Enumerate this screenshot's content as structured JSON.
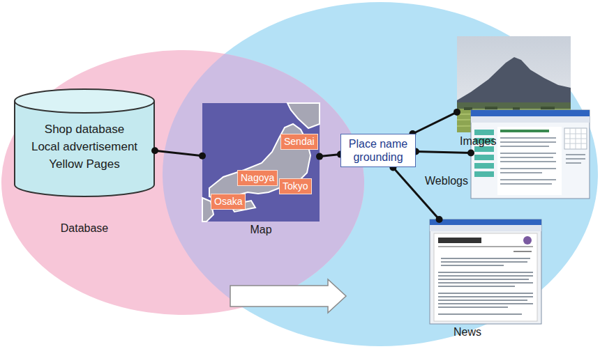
{
  "diagram": {
    "nodes": [
      {
        "text": [
          "Shop database",
          "Local advertisement",
          "Yellow Pages",
          "Database"
        ]
      },
      {
        "text": [
          "Map"
        ]
      },
      {
        "text": [
          "Sendai"
        ],
        "in": 1
      },
      {
        "text": [
          "Nagoya"
        ],
        "in": 1
      },
      {
        "text": [
          "Osaka"
        ],
        "in": 1
      },
      {
        "text": [
          "Tokyo"
        ],
        "in": 1
      },
      {
        "text": [
          "Place name grounding"
        ]
      },
      {
        "text": [
          "Images"
        ]
      },
      {
        "text": [
          "Weblogs"
        ]
      },
      {
        "text": [
          "News"
        ]
      }
    ],
    "edges": [
      {
        "from": 0,
        "to": 1,
        "arrow": "none"
      },
      {
        "from": 1,
        "to": 6,
        "arrow": "none"
      },
      {
        "from": 6,
        "to": 7,
        "arrow": "none"
      },
      {
        "from": 6,
        "to": 8,
        "arrow": "none"
      },
      {
        "from": 6,
        "to": 9,
        "arrow": "none"
      }
    ]
  }
}
